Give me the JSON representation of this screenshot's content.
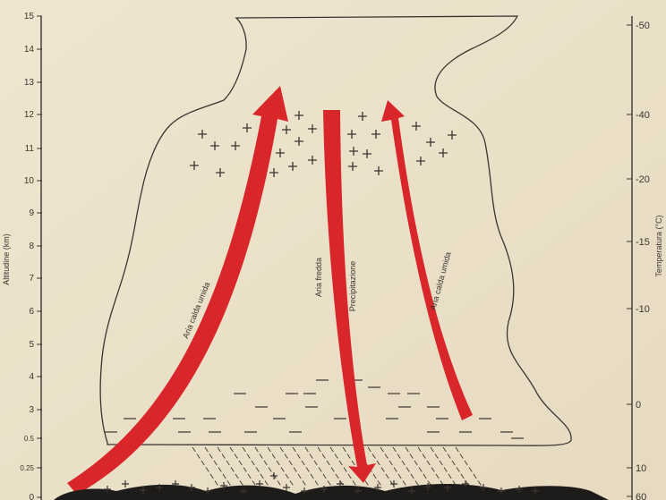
{
  "left_axis": {
    "label": "Altitudine (km)",
    "ticks": [
      "15",
      "14",
      "13",
      "12",
      "11",
      "10",
      "9",
      "8",
      "7",
      "6",
      "5",
      "4",
      "3",
      "0.5",
      "0.25",
      "0"
    ]
  },
  "right_axis": {
    "label": "Temperatura (°C)",
    "ticks": [
      "-50",
      "-40",
      "-20",
      "-15",
      "-10",
      "0",
      "10",
      "60"
    ]
  },
  "arrows": {
    "left_label": "Aria calda umida",
    "center_label": "Aria fredda",
    "center_label_2": "Precipitazione",
    "right_label": "Aria calda umida"
  },
  "colors": {
    "background": "#ede3cc",
    "arrow": "#d8262a",
    "ink": "#3a3530"
  }
}
